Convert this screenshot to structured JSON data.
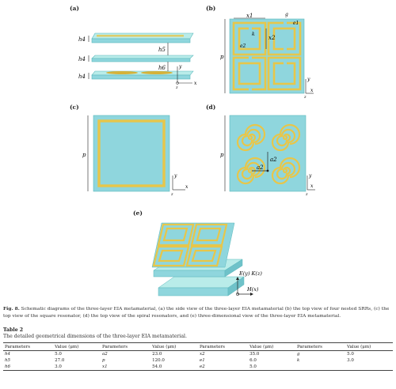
{
  "figure": {
    "panel_labels": {
      "a": "(a)",
      "b": "(b)",
      "c": "(c)",
      "d": "(d)",
      "e": "(e)"
    },
    "panel_a": {
      "h4_top": "h4",
      "h5": "h5",
      "h4_mid": "h4",
      "h6": "h6",
      "h4_bot": "h4",
      "axis_y": "y",
      "axis_x": "x",
      "axis_z": "z"
    },
    "panel_b": {
      "x1": "x1",
      "g": "g",
      "e1": "e1",
      "k": "k",
      "x2": "x2",
      "e2": "e2",
      "p": "p",
      "axis_y": "y",
      "axis_x": "x",
      "axis_z": "z"
    },
    "panel_c": {
      "p": "p",
      "axis_y": "y",
      "axis_x": "x",
      "axis_z": "z"
    },
    "panel_d": {
      "a2_vert": "a2",
      "a2_horiz": "a2",
      "p": "p",
      "axis_y": "y",
      "axis_x": "x",
      "axis_z": "z"
    },
    "panel_e": {
      "label_ek": "E(y) K(z)",
      "label_h": "H(x)"
    }
  },
  "caption": {
    "label": "Fig. 8.",
    "text": "Schematic diagrams of the three-layer EIA metamaterial, (a) the side view of the three-layer EIA metamaterial (b) the top view of four nested SRRs, (c) the top view of the square resonator, (d) the top view of the spiral resonators, and (e) three-dimensional view of the three-layer EIA metamaterial."
  },
  "table": {
    "title": "Table 2",
    "subtitle": "The detailed geometrical dimensions of the three-layer EIA metamaterial.",
    "headers": [
      "Parameters",
      "Value (μm)",
      "Parameters",
      "Value (μm)",
      "Parameters",
      "Value (μm)",
      "Parameters",
      "Value (μm)"
    ],
    "rows": [
      [
        "h4",
        "5.0",
        "a2",
        "23.0",
        "x2",
        "35.0",
        "g",
        "5.0"
      ],
      [
        "h5",
        "27.0",
        "p",
        "120.0",
        "e1",
        "6.0",
        "k",
        "3.0"
      ],
      [
        "h6",
        "3.0",
        "x1",
        "54.0",
        "e2",
        "5.0",
        "",
        ""
      ]
    ]
  },
  "colors": {
    "substrate": "#8fd6dd",
    "metal": "#e7c64a",
    "metal_dark": "#b8952a"
  }
}
